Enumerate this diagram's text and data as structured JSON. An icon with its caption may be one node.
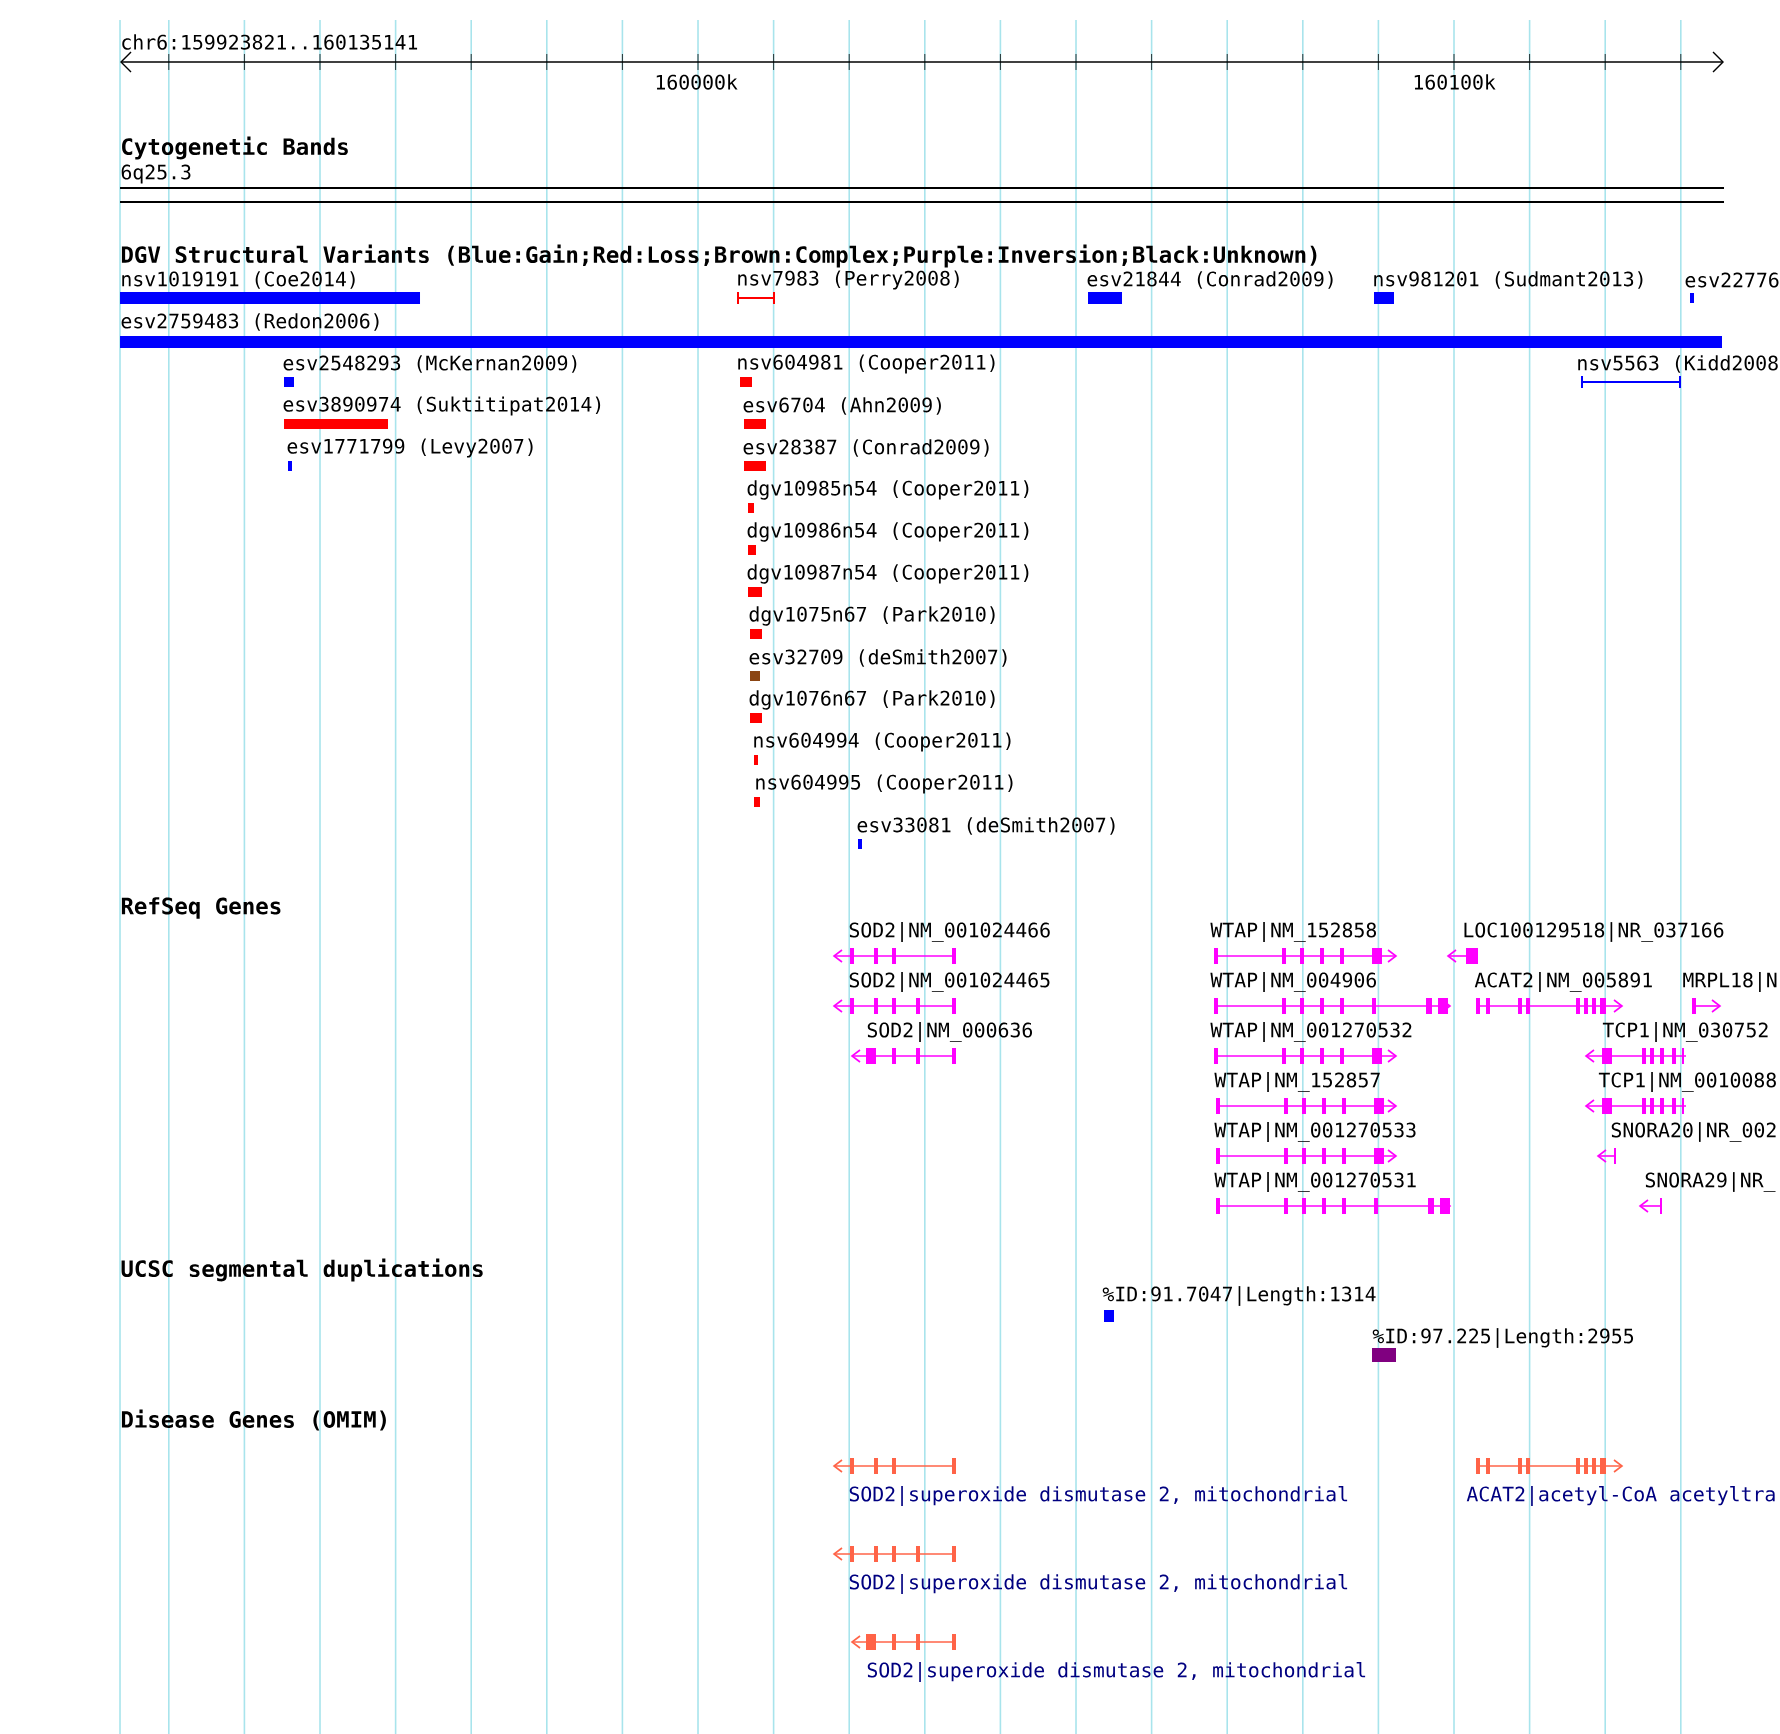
{
  "diagram": {
    "labels": [
      "chr6:159923821..160135141",
      "160000k",
      "160100k",
      "Cytogenetic Bands",
      "6q25.3",
      "DGV Structural Variants (Blue:Gain;Red:Loss;Brown:Complex;Purple:Inversion;Black:Unknown)",
      "nsv1019191 (Coe2014)",
      "nsv7983 (Perry2008)",
      "esv21844 (Conrad2009)",
      "nsv981201 (Sudmant2013)",
      "esv22776",
      "esv2759483 (Redon2006)",
      "esv2548293 (McKernan2009)",
      "nsv604981 (Cooper2011)",
      "nsv5563 (Kidd2008",
      "esv3890974 (Suktitipat2014)",
      "esv6704 (Ahn2009)",
      "esv1771799 (Levy2007)",
      "esv28387 (Conrad2009)",
      "dgv10985n54 (Cooper2011)",
      "dgv10986n54 (Cooper2011)",
      "dgv10987n54 (Cooper2011)",
      "dgv1075n67 (Park2010)",
      "esv32709 (deSmith2007)",
      "dgv1076n67 (Park2010)",
      "nsv604994 (Cooper2011)",
      "nsv604995 (Cooper2011)",
      "esv33081 (deSmith2007)",
      "RefSeq Genes",
      "SOD2|NM_001024466",
      "WTAP|NM_152858",
      "LOC100129518|NR_037166",
      "SOD2|NM_001024465",
      "WTAP|NM_004906",
      "ACAT2|NM_005891",
      "MRPL18|N",
      "SOD2|NM_000636",
      "WTAP|NM_001270532",
      "TCP1|NM_030752",
      "WTAP|NM_152857",
      "TCP1|NM_0010088",
      "WTAP|NM_001270533",
      "SNORA20|NR_002",
      "WTAP|NM_001270531",
      "SNORA29|NR_",
      "UCSC segmental duplications",
      "%ID:91.7047|Length:1314",
      "%ID:97.225|Length:2955",
      "Disease Genes (OMIM)",
      "SOD2|superoxide dismutase 2, mitochondrial",
      "ACAT2|acetyl-CoA acetyltra",
      "SOD2|superoxide dismutase 2, mitochondrial",
      "SOD2|superoxide dismutase 2, mitochondrial"
    ]
  }
}
